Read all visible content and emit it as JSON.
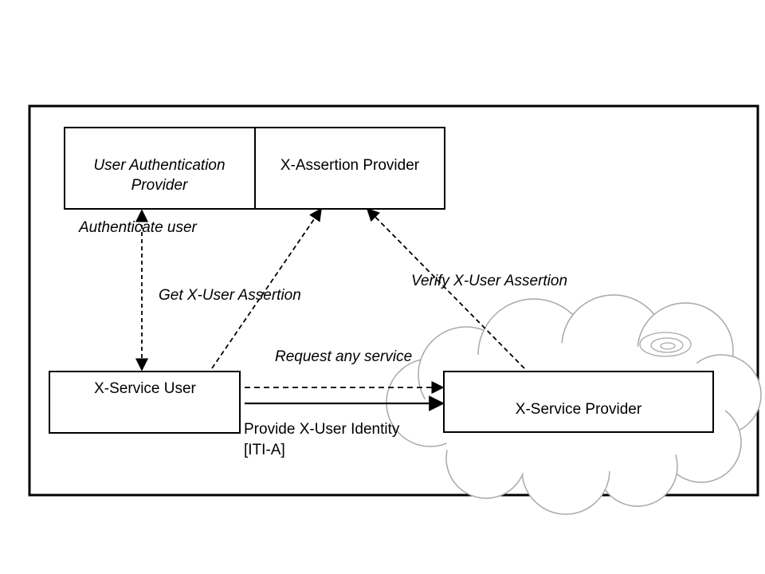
{
  "actors": {
    "user_auth_provider": {
      "line1": "User Authentication",
      "line2": "Provider"
    },
    "assertion_provider": "X-Assertion Provider",
    "service_user": "X-Service User",
    "service_provider": "X-Service Provider"
  },
  "flows": {
    "authenticate_user": "Authenticate user",
    "get_assertion": "Get X-User Assertion",
    "verify_assertion": "Verify X-User Assertion",
    "request_service": "Request any service",
    "provide_identity": {
      "line1": "Provide X-User Identity",
      "line2": "[ITI-A]"
    }
  }
}
